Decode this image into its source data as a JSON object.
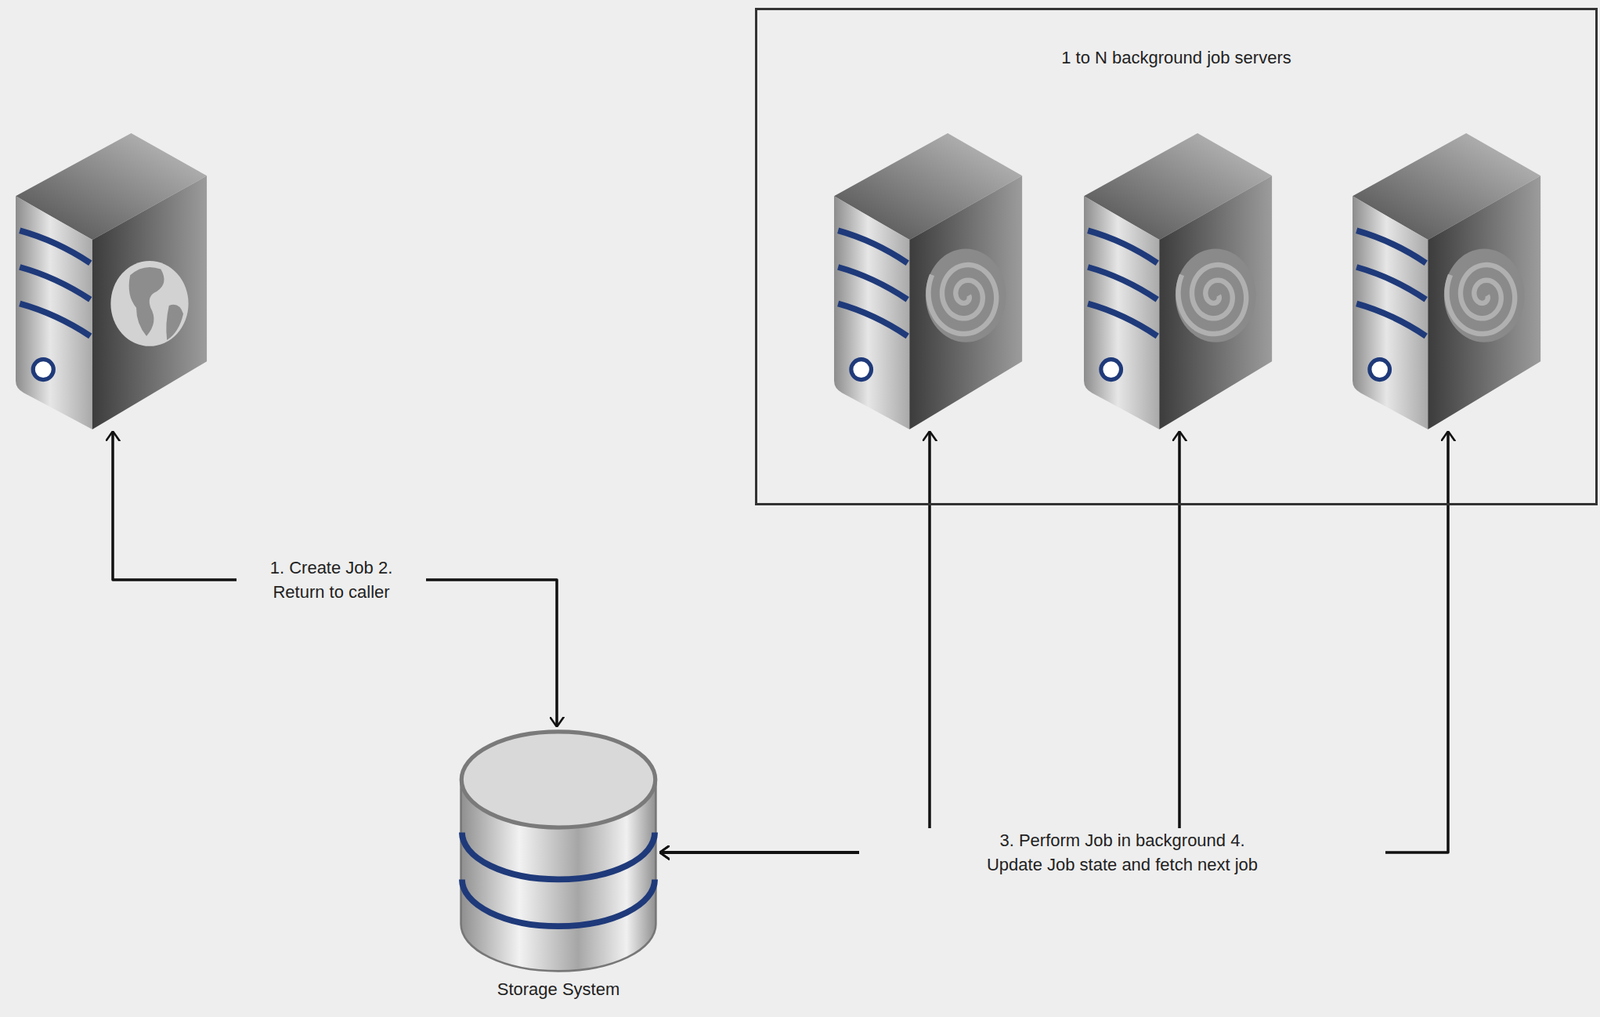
{
  "diagram": {
    "nodes": [
      {
        "text": []
      },
      {
        "text": [
          "1 to N background job servers"
        ]
      },
      {
        "text": [],
        "in": 1
      },
      {
        "text": [],
        "in": 1
      },
      {
        "text": [],
        "in": 1
      },
      {
        "text": [
          "Storage System"
        ]
      }
    ],
    "edges": [
      {
        "from": 0,
        "to": 5,
        "arrow": "both",
        "label": "1. Create Job 2. Return to caller"
      },
      {
        "from": 2,
        "to": 5,
        "arrow": "both"
      },
      {
        "from": 3,
        "to": 5,
        "arrow": "both",
        "label": "3. Perform Job in background 4. Update Job state and fetch next job"
      },
      {
        "from": 4,
        "to": 5,
        "arrow": "both"
      }
    ]
  }
}
